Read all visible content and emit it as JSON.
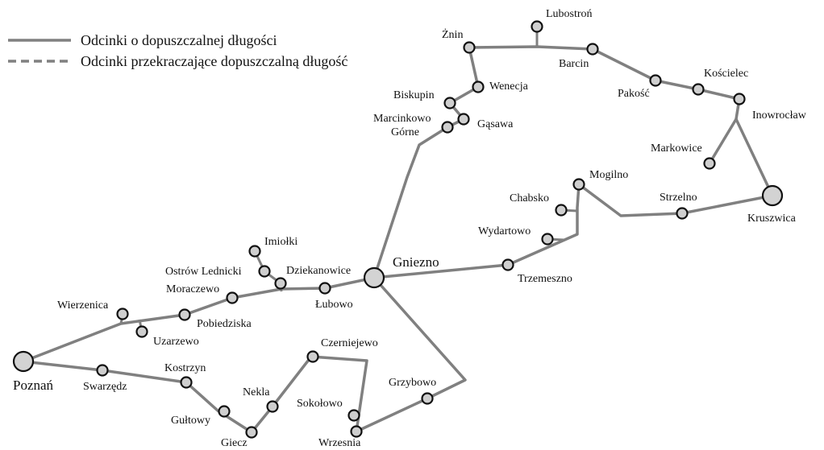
{
  "legend": {
    "solid_label": "Odcinki o dopuszczalnej długości",
    "dashed_label": "Odcinki przekraczające dopuszczalną długość"
  },
  "colors": {
    "route": "#808080",
    "town_fill": "#cfcfcf",
    "outline": "#111111"
  },
  "cities": {
    "poznan": "Poznań",
    "gniezno": "Gniezno",
    "kruszwica": "Kruszwica"
  },
  "towns": {
    "swarzedz": "Swarzędz",
    "kostrzyn": "Kostrzyn",
    "gultowy": "Gułtowy",
    "giecz": "Giecz",
    "nekla": "Nekla",
    "czerniejewo": "Czerniejewo",
    "sokolowo": "Sokołowo",
    "wrzesnia": "Wrzesnia",
    "grzybowo": "Grzybowo",
    "wierzenica": "Wierzenica",
    "uzarzewo": "Uzarzewo",
    "pobiedziska": "Pobiedziska",
    "moraczewo": "Moraczewo",
    "ostrow_lednicki": "Ostrów Lednicki",
    "imiolki": "Imiołki",
    "dziekanowice": "Dziekanowice",
    "lubowo": "Łubowo",
    "trzemeszno": "Trzemeszno",
    "wydartowo": "Wydartowo",
    "chabsko": "Chabsko",
    "mogilno": "Mogilno",
    "strzelno": "Strzelno",
    "markowice": "Markowice",
    "inowroclaw": "Inowrocław",
    "koscielec": "Kościelec",
    "pakosc": "Pakość",
    "barcin": "Barcin",
    "lubostron": "Lubostroń",
    "znin": "Żnin",
    "wenecja": "Wenecja",
    "biskupin": "Biskupin",
    "gasawa": "Gąsawa",
    "marcinkowo_line1": "Marcinkowo",
    "marcinkowo_line2": "Górne"
  }
}
